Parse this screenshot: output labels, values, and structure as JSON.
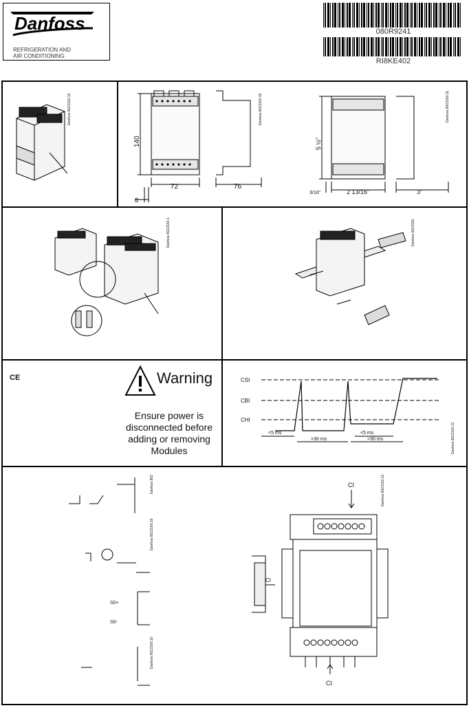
{
  "header": {
    "brand": "Danfoss",
    "tagline_1": "REFRIGERATION AND",
    "tagline_2": "AIR CONDITIONING",
    "code_1": "080R9241",
    "code_2": "RI8KE402"
  },
  "dimensions_metric": {
    "height": "140",
    "width": "72",
    "depth": "76",
    "offset": "8"
  },
  "dimensions_imperial": {
    "height": "5 ½\"",
    "width": "2 13/16\"",
    "depth": "3\"",
    "offset": "3/16\""
  },
  "stamps": {
    "a": "Danfoss 80Z2160.10",
    "b": "Danfoss 80Z2160.11",
    "c": "Danfoss 80Z2160.12"
  },
  "warning": {
    "ce_mark": "CE",
    "title": "Warning",
    "line_1": "Ensure power is",
    "line_2": "disconnected before",
    "line_3": "adding or removing",
    "line_4": "Modules"
  },
  "timing": {
    "levels": [
      "CSI",
      "CBI",
      "CHI"
    ],
    "t_left": "<5 ms",
    "t_mid": ">30 ms",
    "t_right": "<5 ms",
    "t_far": ">30 ms"
  },
  "wiring": {
    "label_top": "CI",
    "label_bottom": "CI",
    "label_side": "CI",
    "terminal_a": "S0+",
    "terminal_b": "S0-"
  }
}
